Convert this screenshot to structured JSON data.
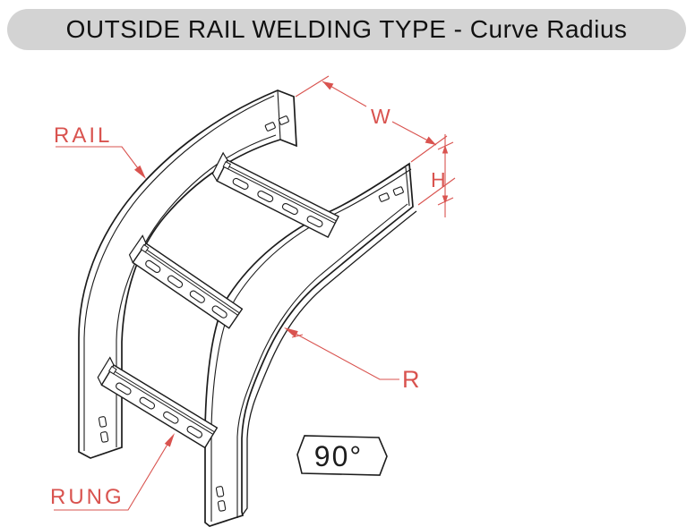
{
  "title": "OUTSIDE RAIL WELDING TYPE - Curve Radius",
  "diagram": {
    "rail_label": "RAIL",
    "rung_label": "RUNG",
    "width_label": "W",
    "height_label": "H",
    "radius_label": "R",
    "angle_label": "90°"
  },
  "colors": {
    "annotation_red": "#d9534f",
    "drawing_black": "#1c1c1c",
    "title_bar_bg": "#d3d3d3",
    "title_text": "#111111"
  }
}
